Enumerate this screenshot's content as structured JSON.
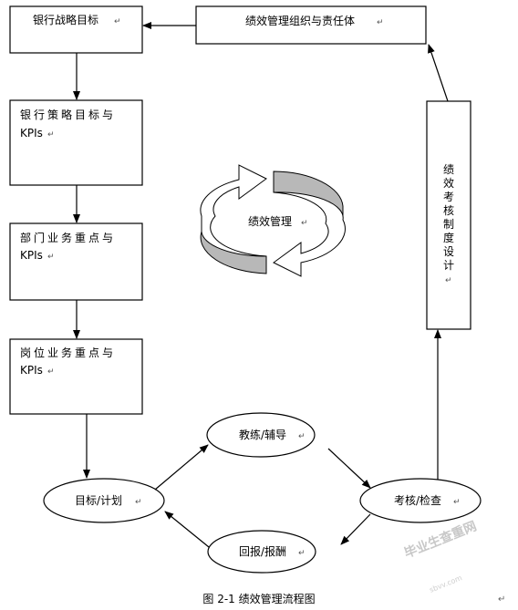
{
  "nodes": {
    "bank_strategic_goal": "银行战略目标",
    "perf_org_responsibility": "绩效管理组织与责任体",
    "bank_strategy_goal_kpis_line1": "银行策略目标与",
    "bank_strategy_goal_kpis_line2": "KPIs",
    "dept_focus_kpis_line1": "部门业务重点与",
    "dept_focus_kpis_line2": "KPIs",
    "position_focus_kpis_line1": "岗位业务重点与",
    "position_focus_kpis_line2": "KPIs",
    "appraisal_system_design": [
      "绩",
      "效",
      "考",
      "核",
      "制",
      "度",
      "设",
      "计"
    ],
    "perf_management_center": "绩效管理",
    "coaching": "教练/辅导",
    "goal_plan": "目标/计划",
    "review_check": "考核/检查",
    "reward": "回报/报酬"
  },
  "caption": "图 2-1  绩效管理流程图",
  "watermark": {
    "text": "毕业生查重网",
    "subtext": "sbvv.com"
  },
  "paragraph_mark": "↵"
}
